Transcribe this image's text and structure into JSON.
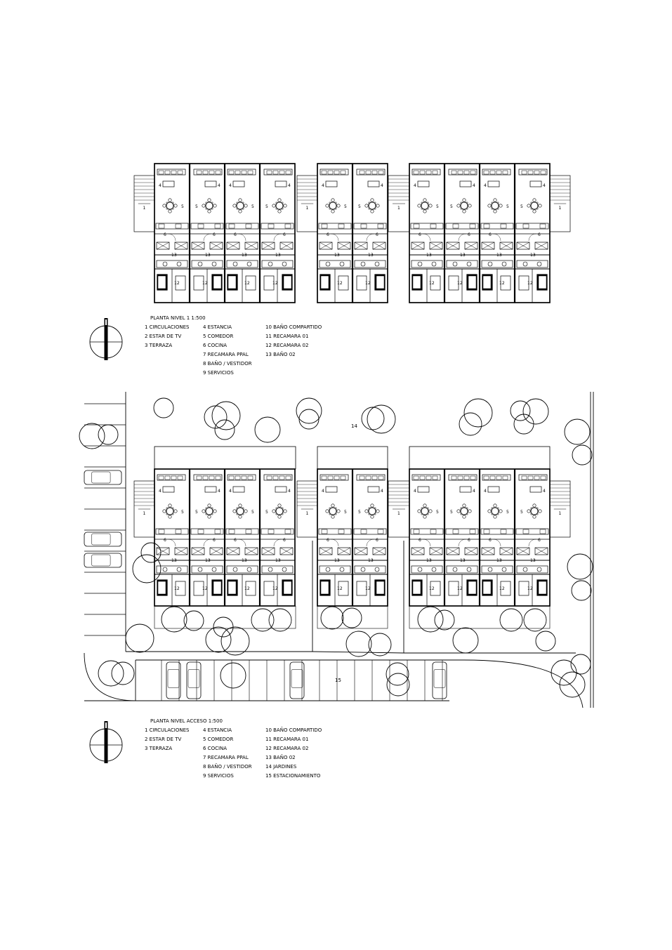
{
  "plan_upper": {
    "title": "PLANTA NIVEL 1   1:500",
    "col1": [
      "1  CIRCULACIONES",
      "2  ESTAR DE TV",
      "3  TERRAZA"
    ],
    "col2": [
      "4  ESTANCIA",
      "5  COMEDOR",
      "6  COCINA",
      "7  RECAMARA PPAL",
      "8  BAÑO / VESTIDOR",
      "9  SERVICIOS"
    ],
    "col3": [
      "10 BAÑO COMPARTIDO",
      "11 RECAMARA 01",
      "12 RECAMARA 02",
      "13 BAÑO 02"
    ]
  },
  "plan_lower": {
    "title": "PLANTA NIVEL ACCESO   1:500",
    "col1": [
      "1  CIRCULACIONES",
      "2  ESTAR DE TV",
      "3  TERRAZA"
    ],
    "col2": [
      "4  ESTANCIA",
      "5  COMEDOR",
      "6  COCINA",
      "7  RECAMARA PPAL",
      "8  BAÑO / VESTIDOR",
      "9  SERVICIOS"
    ],
    "col3": [
      "10 BAÑO COMPARTIDO",
      "11 RECAMARA 01",
      "12 RECAMARA 02",
      "13 BAÑO 02",
      "14 JARDINES",
      "15 ESTACIONAMIENTO"
    ]
  },
  "site_labels": {
    "gardens": "14",
    "parking": "15"
  },
  "icons": [
    "north-arrow-icon"
  ]
}
